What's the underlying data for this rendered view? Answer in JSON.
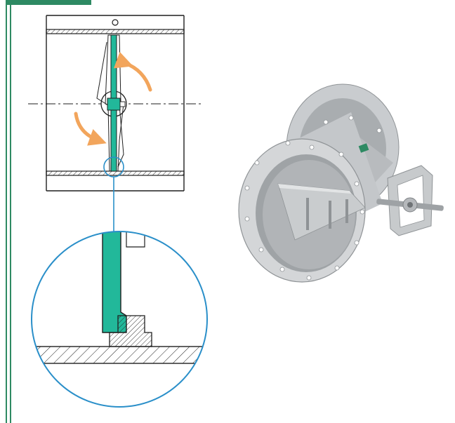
{
  "colors": {
    "accent_green": "#2e8a63",
    "disc_teal": "#22b89a",
    "arrow_orange": "#f2a55c",
    "line": "#1f1f1f",
    "leader_blue": "#2a8fc9",
    "metal_light": "#d4d6d8",
    "metal_mid": "#b4b7ba",
    "metal_dark": "#8f9396"
  },
  "figures": [
    {
      "id": "damper-section",
      "description_icon": "damper-cross-section"
    },
    {
      "id": "seal-detail",
      "description_icon": "seal-detail-magnified"
    },
    {
      "id": "damper-render",
      "description_icon": "butterfly-damper-3d"
    }
  ]
}
